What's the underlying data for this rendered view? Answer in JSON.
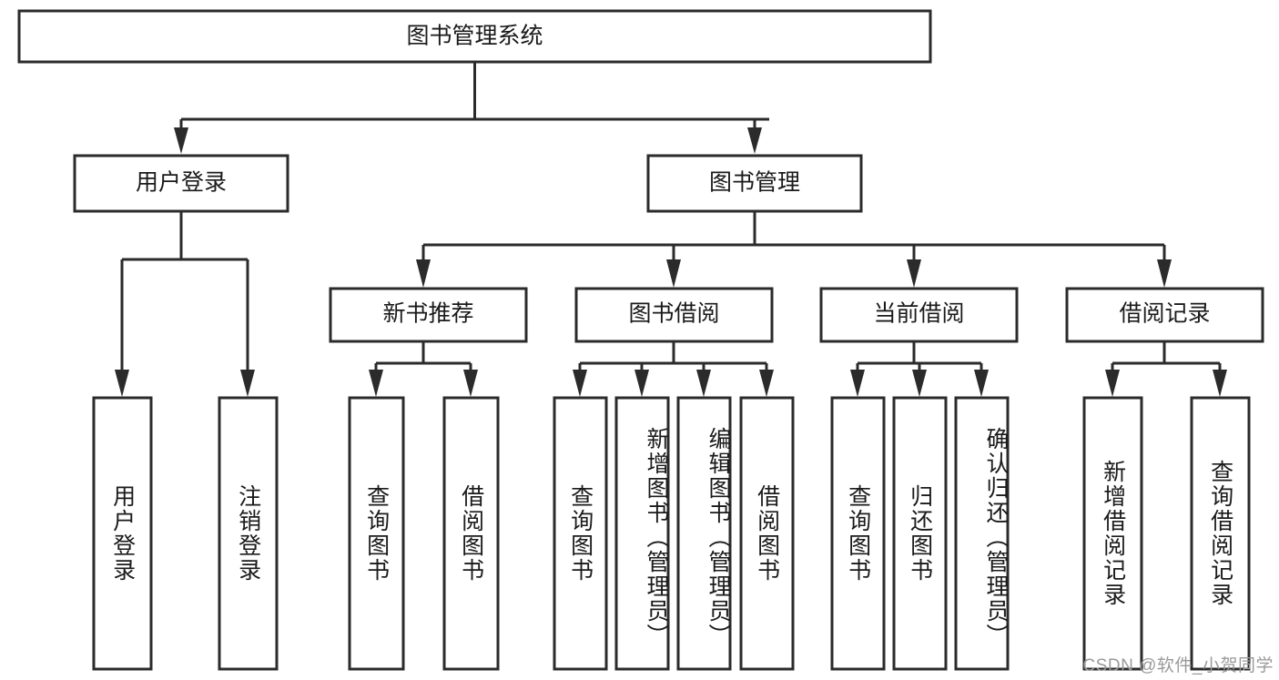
{
  "diagram": {
    "type": "tree",
    "title": "图书管理系统",
    "watermark": "CSDN @软件_小贺同学",
    "root": {
      "id": "root",
      "label": "图书管理系统"
    },
    "level2": [
      {
        "id": "user-login",
        "label": "用户登录"
      },
      {
        "id": "book-manage",
        "label": "图书管理"
      }
    ],
    "level3": [
      {
        "id": "new-book-rec",
        "label": "新书推荐",
        "parent": "book-manage"
      },
      {
        "id": "book-borrow",
        "label": "图书借阅",
        "parent": "book-manage"
      },
      {
        "id": "current-borrow",
        "label": "当前借阅",
        "parent": "book-manage"
      },
      {
        "id": "borrow-record",
        "label": "借阅记录",
        "parent": "book-manage"
      }
    ],
    "leaves": [
      {
        "id": "leaf-user-login",
        "label": "用户登录",
        "parent": "user-login"
      },
      {
        "id": "leaf-user-logout",
        "label": "注销登录",
        "parent": "user-login"
      },
      {
        "id": "leaf-query-book-1",
        "label": "查询图书",
        "parent": "new-book-rec"
      },
      {
        "id": "leaf-borrow-book-1",
        "label": "借阅图书",
        "parent": "new-book-rec"
      },
      {
        "id": "leaf-query-book-2",
        "label": "查询图书",
        "parent": "book-borrow"
      },
      {
        "id": "leaf-add-book",
        "label": "新增图书（管理员）",
        "parent": "book-borrow"
      },
      {
        "id": "leaf-edit-book",
        "label": "编辑图书（管理员）",
        "parent": "book-borrow"
      },
      {
        "id": "leaf-borrow-book-2",
        "label": "借阅图书",
        "parent": "book-borrow"
      },
      {
        "id": "leaf-query-book-3",
        "label": "查询图书",
        "parent": "current-borrow"
      },
      {
        "id": "leaf-return-book",
        "label": "归还图书",
        "parent": "current-borrow"
      },
      {
        "id": "leaf-confirm-return",
        "label": "确认归还（管理员）",
        "parent": "current-borrow"
      },
      {
        "id": "leaf-add-record",
        "label": "新增借阅记录",
        "parent": "borrow-record"
      },
      {
        "id": "leaf-query-record",
        "label": "查询借阅记录",
        "parent": "borrow-record"
      }
    ],
    "colors": {
      "stroke": "#2b2b2b",
      "fill": "#ffffff",
      "text": "#1a1a1a",
      "watermark": "#9a9a9a",
      "background": "#ffffff"
    }
  }
}
